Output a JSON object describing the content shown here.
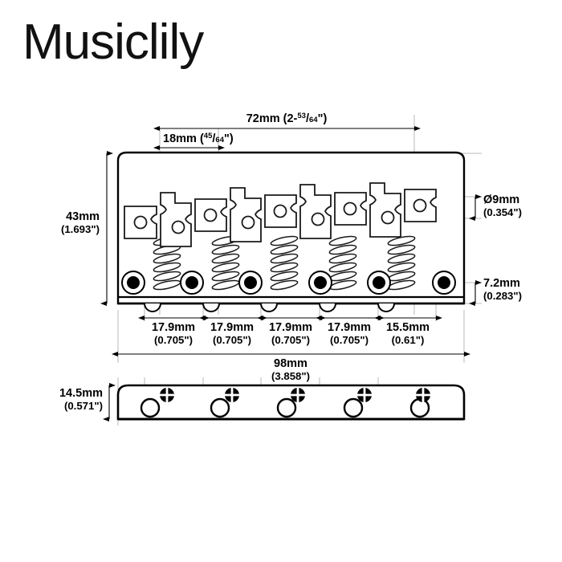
{
  "brand": {
    "name": "Musiclily"
  },
  "drawing": {
    "title": "Bass bridge technical dimension drawing",
    "views": [
      "top-view",
      "side-view"
    ],
    "line_color": "#000000",
    "accent_color": "#000000",
    "background_color": "#ffffff"
  },
  "dimensions": {
    "string_spacing_total": {
      "mm": "72mm",
      "inch_whole": "(2-",
      "inch_num": "53",
      "inch_den": "64",
      "inch_close": "\")",
      "label": "72mm (2-53/64\")"
    },
    "first_span": {
      "mm": "18mm",
      "inch_open": "(",
      "inch_num": "45",
      "inch_den": "64",
      "inch_close": "\")",
      "label": "18mm (45/64\")"
    },
    "plate_height": {
      "mm": "43mm",
      "inch": "(1.693\")"
    },
    "hole_diameter": {
      "mm": "Ø9mm",
      "inch": "(0.354\")"
    },
    "bottom_edge": {
      "mm": "7.2mm",
      "inch": "(0.283\")"
    },
    "plate_width": {
      "mm": "98mm",
      "inch": "(3.858\")"
    },
    "side_height": {
      "mm": "14.5mm",
      "inch": "(0.571\")"
    },
    "spacings": [
      {
        "mm": "17.9mm",
        "inch": "(0.705\")"
      },
      {
        "mm": "17.9mm",
        "inch": "(0.705\")"
      },
      {
        "mm": "17.9mm",
        "inch": "(0.705\")"
      },
      {
        "mm": "17.9mm",
        "inch": "(0.705\")"
      },
      {
        "mm": "15.5mm",
        "inch": "(0.61\")"
      }
    ]
  }
}
